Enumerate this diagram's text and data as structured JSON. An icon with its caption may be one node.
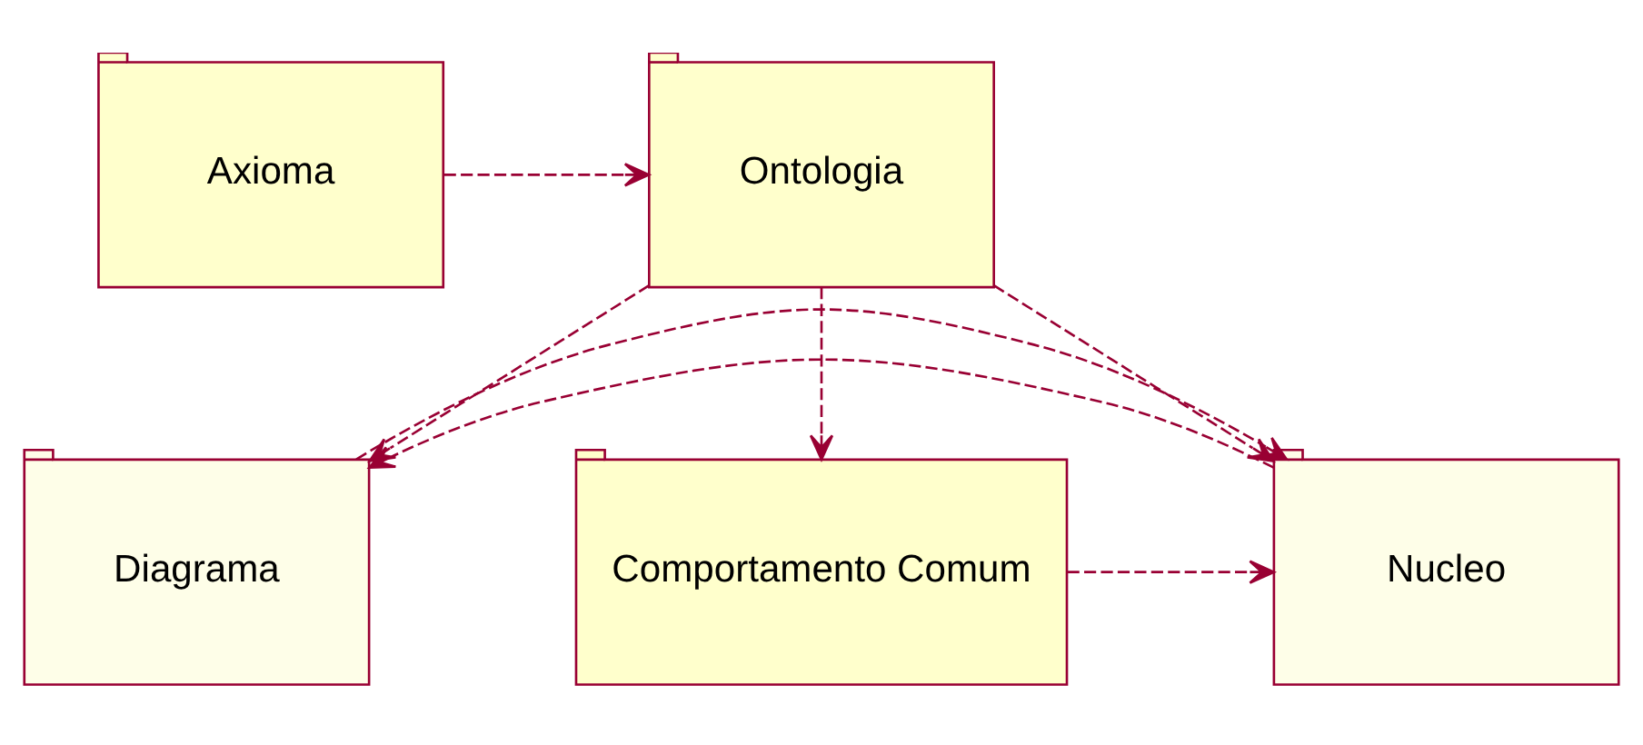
{
  "diagram": {
    "nodes": [
      {
        "text": [
          "Axioma"
        ]
      },
      {
        "text": [
          "Ontologia"
        ]
      },
      {
        "text": [
          "Diagrama"
        ]
      },
      {
        "text": [
          "Nucleo"
        ]
      },
      {
        "text": [
          "Comportamento Comum"
        ]
      }
    ],
    "edges": [
      {
        "from": 0,
        "to": 1,
        "arrow": "to",
        "style": "dashed"
      },
      {
        "from": 1,
        "to": 2,
        "arrow": "to",
        "style": "dashed"
      },
      {
        "from": 1,
        "to": 3,
        "arrow": "to",
        "style": "dashed"
      },
      {
        "from": 1,
        "to": 4,
        "arrow": "to",
        "style": "dashed"
      },
      {
        "from": 3,
        "to": 2,
        "arrow": "to",
        "style": "dashed"
      },
      {
        "from": 2,
        "to": 3,
        "arrow": "to",
        "style": "dashed"
      },
      {
        "from": 4,
        "to": 3,
        "arrow": "to",
        "style": "dashed"
      }
    ]
  }
}
